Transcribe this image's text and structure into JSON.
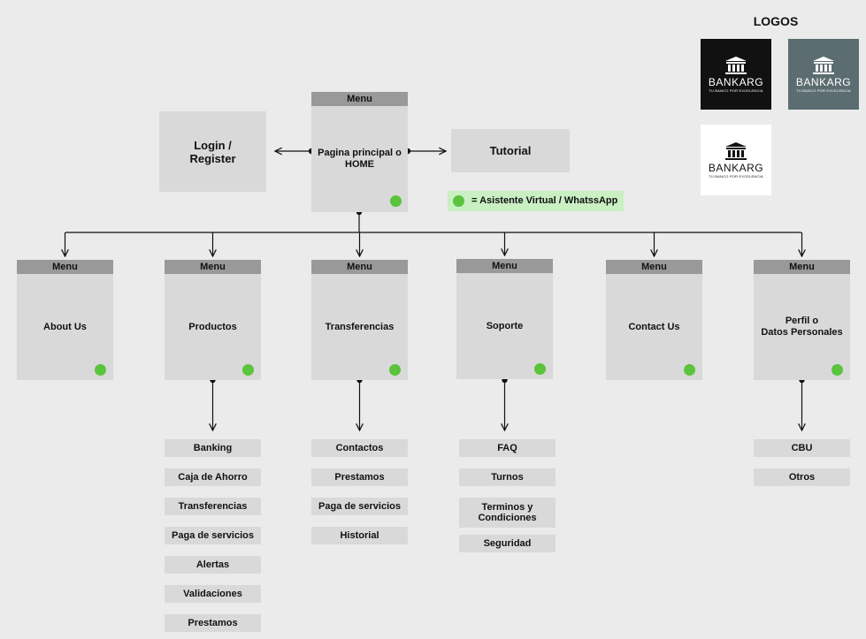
{
  "menu_label": "Menu",
  "home": {
    "title": "Pagina principal o\nHOME"
  },
  "login": {
    "title": "Login /\nRegister"
  },
  "tutorial": {
    "title": "Tutorial"
  },
  "legend": {
    "text": "= Asistente Virtual / WhatssApp"
  },
  "logos": {
    "heading": "LOGOS",
    "brand": "BANKARG",
    "tagline": "TU BANCO POR EXCELENCIA",
    "variants": [
      {
        "bg": "#111111",
        "fg": "#ffffff"
      },
      {
        "bg": "#5c6d72",
        "fg": "#ffffff"
      },
      {
        "bg": "#ffffff",
        "fg": "#111111"
      }
    ]
  },
  "sections": [
    {
      "title": "About Us",
      "items": []
    },
    {
      "title": "Productos",
      "items": [
        "Banking",
        "Caja de Ahorro",
        "Transferencias",
        "Paga de servicios",
        "Alertas",
        "Validaciones",
        "Prestamos"
      ]
    },
    {
      "title": "Transferencias",
      "items": [
        "Contactos",
        "Prestamos",
        "Paga de servicios",
        "Historial"
      ]
    },
    {
      "title": "Soporte",
      "items": [
        "FAQ",
        "Turnos",
        "Terminos y\nCondiciones",
        "Seguridad"
      ]
    },
    {
      "title": "Contact Us",
      "items": []
    },
    {
      "title": "Perfil o\nDatos Personales",
      "items": [
        "CBU",
        "Otros"
      ]
    }
  ],
  "colors": {
    "card": "#d9d9d9",
    "menu_bar": "#999999",
    "assistant_dot": "#5ac43c",
    "legend_bg": "#c9efc3",
    "background": "#ebebeb"
  }
}
